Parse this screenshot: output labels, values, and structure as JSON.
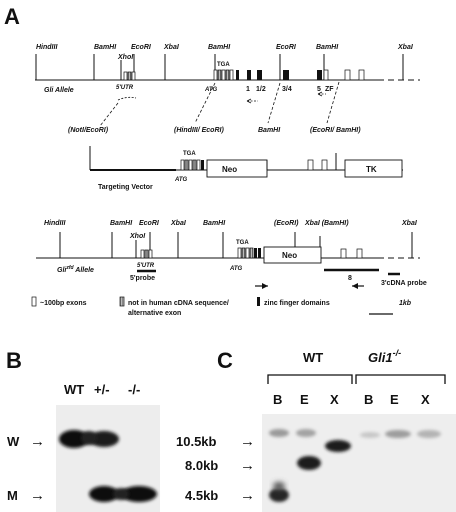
{
  "panel_a": {
    "letter": "A",
    "allele_row": {
      "sites": [
        "HindIII",
        "BamHI",
        "XhoI",
        "EcoRI",
        "XbaI",
        "BamHI",
        "EcoRI",
        "BamHI",
        "XbaI"
      ],
      "tga": "TGA",
      "utr": "5'UTR",
      "atg": "ATG",
      "exon_labels": [
        "1",
        "1/2",
        "3/4",
        "5",
        "ZF"
      ],
      "label": "Gli Allele"
    },
    "vector_row": {
      "sites": [
        "(NotI/EcoRI)",
        "(HindIII/ EcoRI)",
        "BamHI",
        "(EcoRI/ BamHI)"
      ],
      "tga": "TGA",
      "atg": "ATG",
      "neo": "Neo",
      "tk": "TK",
      "label": "Targeting Vector"
    },
    "mutant_row": {
      "sites": [
        "HindIII",
        "BamHI",
        "EcoRI",
        "XbaI",
        "BamHI",
        "(EcoRI)",
        "XbaI (BamHI)",
        "XbaI"
      ],
      "xhoi": "XhoI",
      "utr": "5'UTR",
      "tga": "TGA",
      "atg": "ATG",
      "neo": "Neo",
      "probe5": "5'probe",
      "fragment": "8",
      "probe3": "3'cDNA probe",
      "label_prefix": "Gli",
      "label_sup": "zfd",
      "label_suffix": " Allele"
    },
    "legend": {
      "item1": "~100bp exons",
      "item2": "not in human cDNA sequence/",
      "item2b": "alternative exon",
      "item3": "zinc finger domains",
      "scale": "1kb"
    }
  },
  "panel_b": {
    "letter": "B",
    "lanes": [
      "WT",
      "+/-",
      "-/-"
    ],
    "rows": [
      "W",
      "M"
    ],
    "arrow": "→"
  },
  "panel_c": {
    "letter": "C",
    "group_wt": "WT",
    "group_ko": "Gli1",
    "group_ko_sup": "-/-",
    "lanes": [
      "B",
      "E",
      "X",
      "B",
      "E",
      "X"
    ],
    "sizes": [
      "10.5kb",
      "8.0kb",
      "4.5kb"
    ],
    "arrow": "→"
  }
}
